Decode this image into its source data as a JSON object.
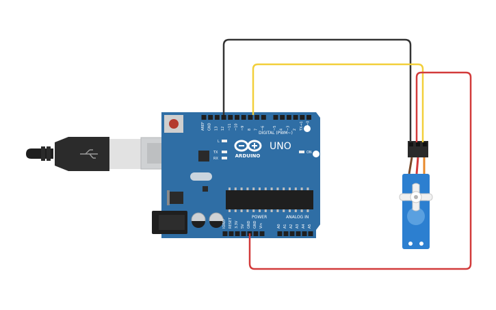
{
  "board": {
    "brand": "ARDUINO",
    "model": "UNO",
    "digital_label": "DIGITAL (PWM~)",
    "power_label": "POWER",
    "analog_label": "ANALOG IN",
    "led_l": "L",
    "led_tx": "TX",
    "led_rx": "RX",
    "on_label": "ON",
    "top_pins": [
      "AREF",
      "GND",
      "13",
      "12",
      "~11",
      "~10",
      "~9",
      "8",
      "7",
      "~6",
      "~5",
      "4",
      "~3",
      "2",
      "TX→1",
      "RX←0"
    ],
    "power_pins": [
      "IOREF",
      "RESET",
      "3.3V",
      "5V",
      "GND",
      "GND",
      "Vin"
    ],
    "analog_pins": [
      "A0",
      "A1",
      "A2",
      "A3",
      "A4",
      "A5"
    ],
    "color": "#2f6ea5"
  },
  "wires": {
    "ground_color": "#333333",
    "signal_color": "#f2cf3a",
    "power_color": "#d23a3a"
  },
  "servo": {
    "color": "#2c7fd0"
  },
  "usb": {
    "connector_color": "#2b2b2b"
  }
}
